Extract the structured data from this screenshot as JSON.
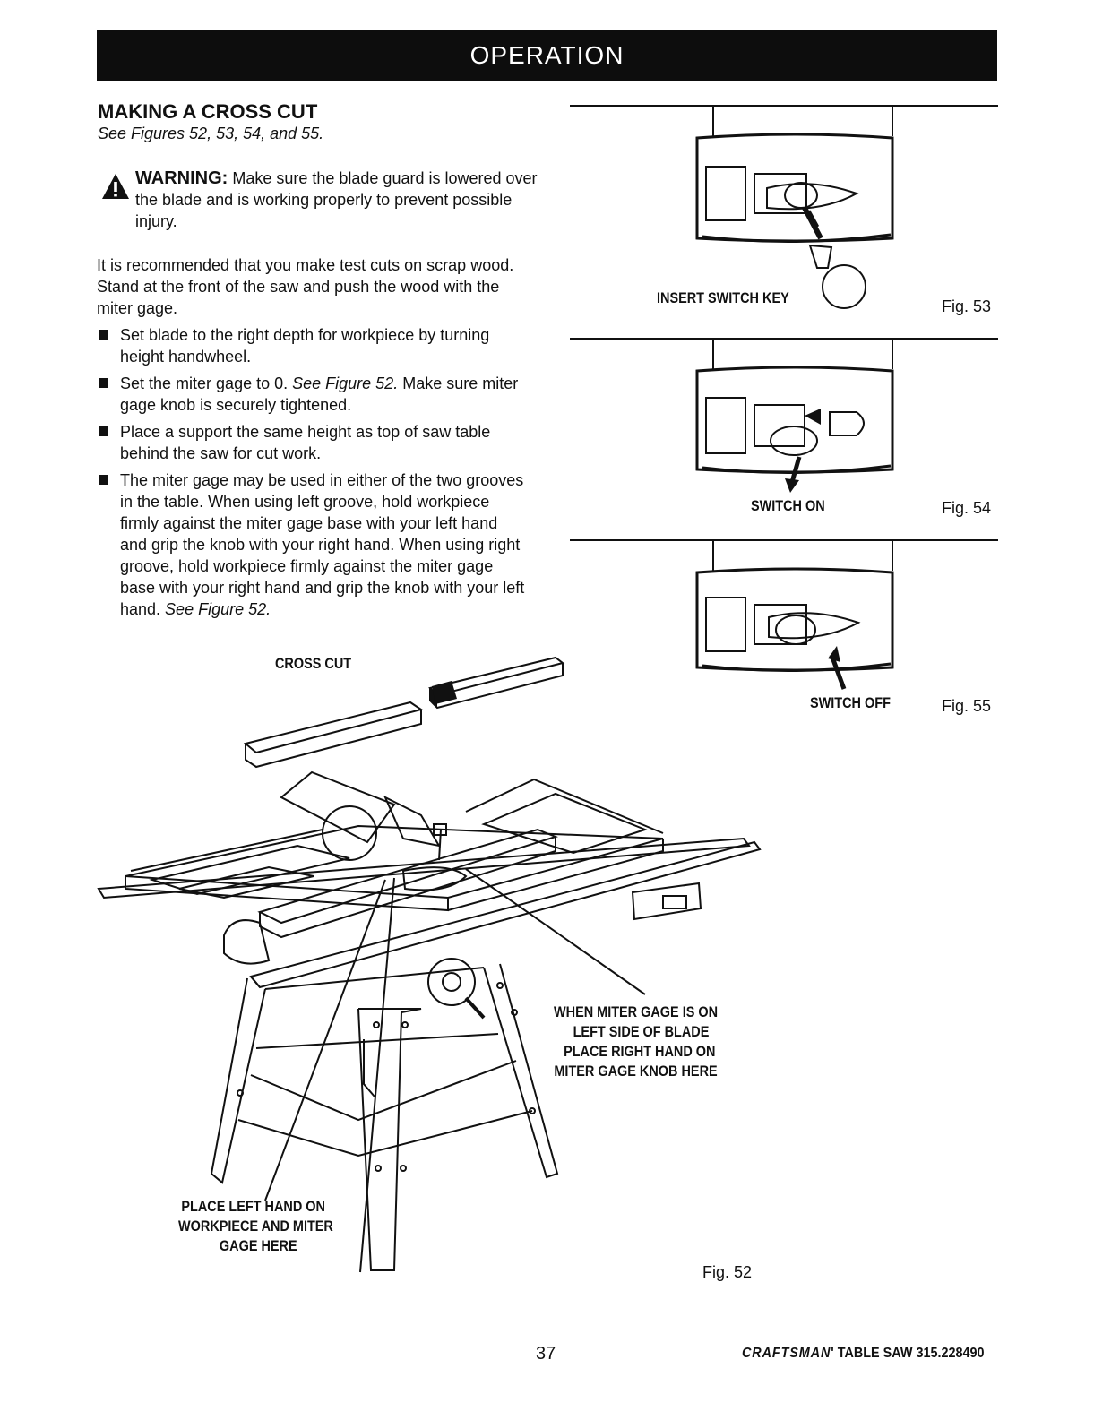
{
  "header": {
    "banner": "OPERATION"
  },
  "section": {
    "title": "MAKING A CROSS CUT",
    "subtitle": "See Figures 52, 53, 54, and 55."
  },
  "warning": {
    "label": "WARNING:",
    "text": " Make sure the blade guard is lowered over the blade and is working properly to prevent possible injury."
  },
  "intro": "It is recommended that you make test cuts on scrap wood. Stand at the front of the saw and push the wood with the miter gage.",
  "bullets": [
    {
      "text": "Set blade to the right depth for workpiece by turning height handwheel."
    },
    {
      "pre": "Set the miter gage to 0. ",
      "ref": "See Figure 52.",
      "post": " Make sure miter gage knob is securely tightened."
    },
    {
      "text": "Place a support the same height as top of saw table behind the saw for cut work."
    },
    {
      "pre": "The miter gage may be used in either of the two grooves in the table. When using left groove, hold workpiece firmly against the miter gage base with your left hand and grip the knob with your right hand. When using right groove, hold workpiece firmly against the miter gage base with your right hand and grip the knob with your left hand. ",
      "ref": "See Figure 52."
    }
  ],
  "figures": {
    "fig53": {
      "caption": "INSERT SWITCH KEY",
      "number": "Fig. 53"
    },
    "fig54": {
      "caption": "SWITCH ON",
      "number": "Fig. 54"
    },
    "fig55": {
      "caption": "SWITCH OFF",
      "number": "Fig. 55"
    },
    "fig52": {
      "number": "Fig. 52",
      "label_cross_cut": "CROSS CUT",
      "label_right_hand": [
        "WHEN MITER GAGE IS ON",
        "LEFT SIDE OF BLADE",
        "PLACE RIGHT HAND ON",
        "MITER GAGE KNOB HERE"
      ],
      "label_left_hand": [
        "PLACE LEFT HAND ON",
        "WORKPIECE AND MITER",
        "GAGE HERE"
      ]
    }
  },
  "footer": {
    "page_number": "37",
    "brand_logo": "CRAFTSMAN",
    "product": "TABLE SAW 315.228490"
  }
}
